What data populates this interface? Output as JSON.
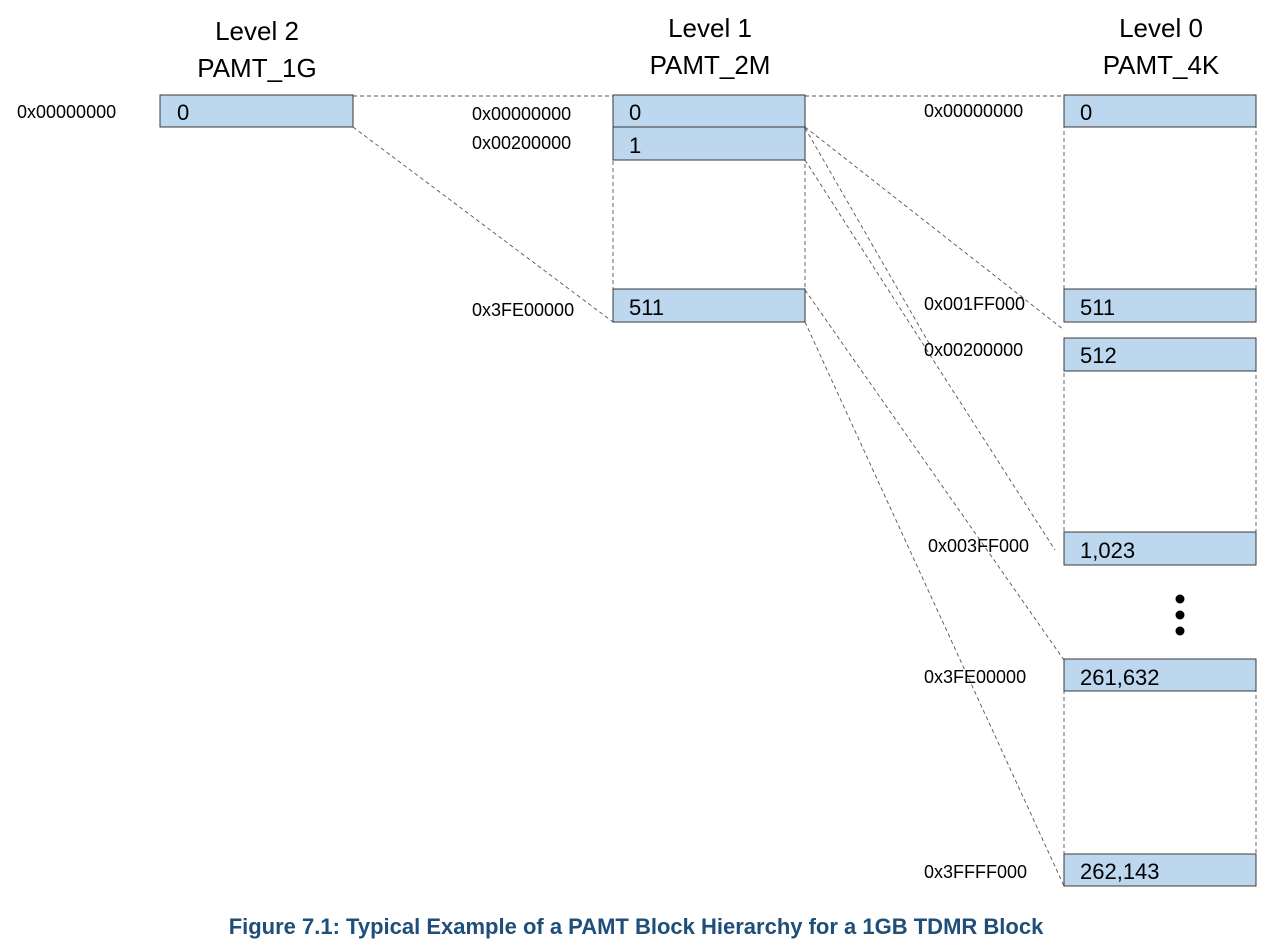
{
  "levels": {
    "level2": {
      "title": "Level 2",
      "subtitle": "PAMT_1G"
    },
    "level1": {
      "title": "Level 1",
      "subtitle": "PAMT_2M"
    },
    "level0": {
      "title": "Level 0",
      "subtitle": "PAMT_4K"
    }
  },
  "level2_blocks": [
    {
      "addr": "0x00000000",
      "label": "0"
    }
  ],
  "level1_blocks": [
    {
      "addr": "0x00000000",
      "label": "0"
    },
    {
      "addr": "0x00200000",
      "label": "1"
    },
    {
      "addr": "0x3FE00000",
      "label": "511"
    }
  ],
  "level0_blocks": [
    {
      "addr": "0x00000000",
      "label": "0"
    },
    {
      "addr": "0x001FF000",
      "label": "511"
    },
    {
      "addr": "0x00200000",
      "label": "512"
    },
    {
      "addr": "0x003FF000",
      "label": "1,023"
    },
    {
      "addr": "0x3FE00000",
      "label": "261,632"
    },
    {
      "addr": "0x3FFFF000",
      "label": "262,143"
    }
  ],
  "caption": "Figure 7.1:  Typical Example of a PAMT Block Hierarchy for a 1GB TDMR Block"
}
